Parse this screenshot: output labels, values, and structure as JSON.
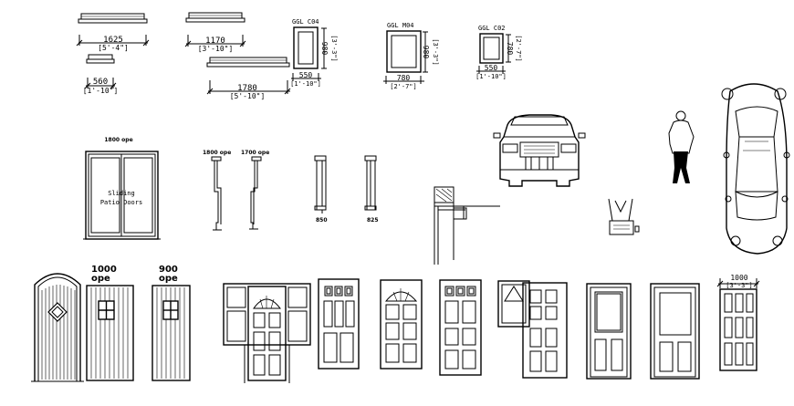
{
  "drawing": {
    "background": "#ffffff",
    "line_color": "#000000",
    "windows": {
      "w1625": {
        "dim": "1625",
        "sub": "[5'-4\"]"
      },
      "w560": {
        "dim": "560",
        "sub": "[1'-10\"]"
      },
      "w1170": {
        "dim": "1170",
        "sub": "[3'-10\"]"
      },
      "w1780": {
        "dim": "1780",
        "sub": "[5'-10\"]"
      },
      "c04": {
        "title": "GGL C04",
        "h": "980",
        "hsub": "[3'-3\"]",
        "w": "550",
        "wsub": "[1'-10\"]"
      },
      "m04": {
        "title": "GGL M04",
        "h": "980",
        "hsub": "[3'-3\"]",
        "w": "780",
        "wsub": "[2'-7\"]"
      },
      "c02": {
        "title": "GGL C02",
        "h": "780",
        "hsub": "[2'-7\"]",
        "w": "550",
        "wsub": "[1'-10\"]"
      }
    },
    "sliding": {
      "ope": "1800 ope",
      "line1": "Sliding",
      "line2": "Patio Doors"
    },
    "sections": {
      "s1800": "1800 ope",
      "s1700": "1700 ope",
      "s850": "850",
      "s825": "825"
    },
    "doors": {
      "d1000_l1": "1000",
      "d1000_l2": "ope",
      "d900_l1": "900",
      "d900_l2": "ope",
      "last_dim": "1000",
      "last_sub": "[3'-3\"]"
    }
  }
}
